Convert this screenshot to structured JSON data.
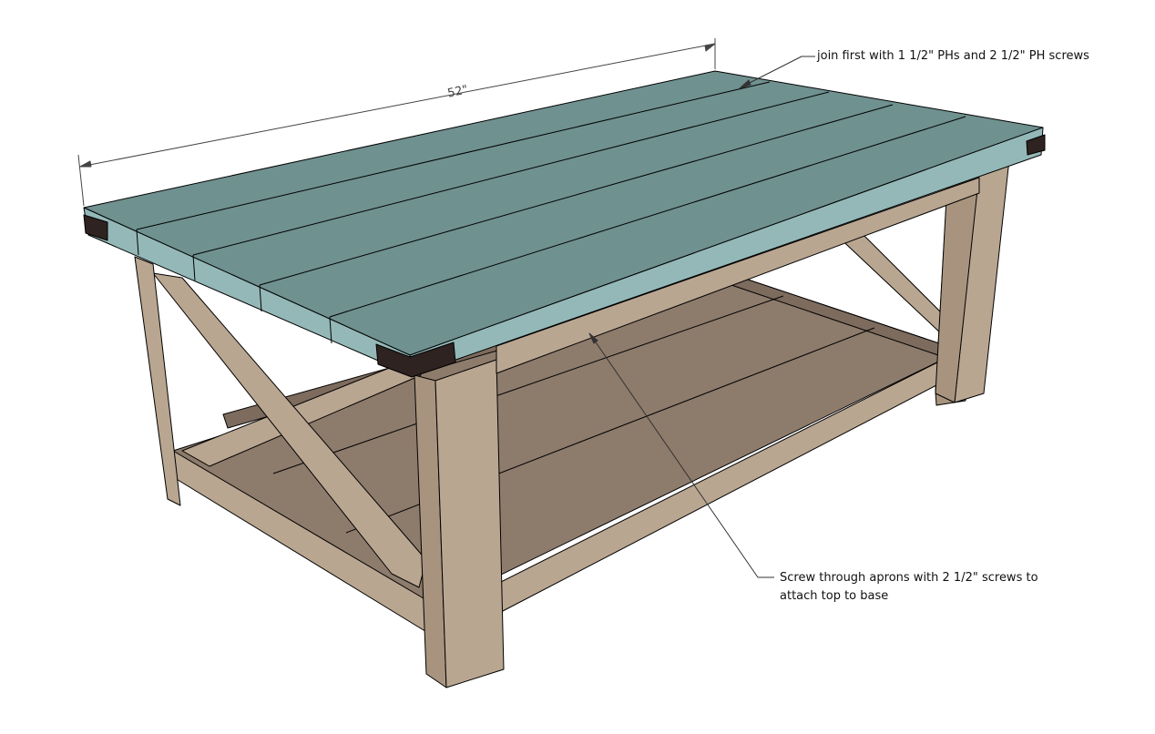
{
  "drawing": {
    "dimension_label": "52\"",
    "callouts": [
      {
        "text": "join first with 1 1/2\" PHs and 2 1/2\" PH screws"
      },
      {
        "line1": "Screw through aprons with 2 1/2\" screws to",
        "line2": "attach top to base"
      }
    ],
    "colors": {
      "top_surface": "#6f9190",
      "top_edge": "#94b8b8",
      "wood_light": "#b9a691",
      "wood_shadow": "#a8947e",
      "shelf": "#8d7b6c",
      "shelf_dark": "#7d6b5d",
      "bracket": "#2e2320"
    }
  }
}
